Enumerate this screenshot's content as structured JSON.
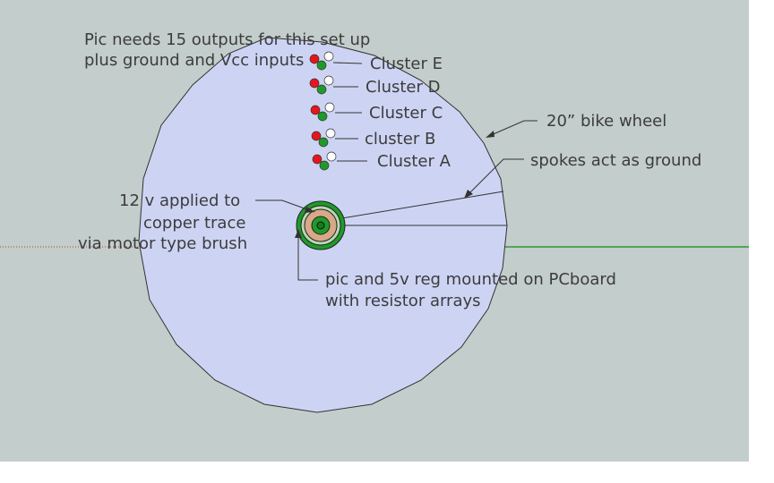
{
  "notes": {
    "pic_outputs_line1": "Pic needs 15 outputs for this set up",
    "pic_outputs_line2": "plus ground and Vcc inputs",
    "voltage_line1": "12 v applied to",
    "voltage_line2": "copper trace",
    "voltage_line3": "via motor type brush",
    "pcb_line1": "pic and 5v reg mounted on PCboard",
    "pcb_line2": "with resistor arrays",
    "wheel_label": "20” bike wheel",
    "spokes_label": "spokes act as ground"
  },
  "clusters": [
    {
      "label": "Cluster E"
    },
    {
      "label": "Cluster D"
    },
    {
      "label": "Cluster C"
    },
    {
      "label": "cluster B"
    },
    {
      "label": "Cluster A"
    }
  ],
  "colors": {
    "background": "#c3cdcb",
    "wheel_fill": "#cdd4f3",
    "hub_ring": "#1f9a2a",
    "hub_copper": "#d8a987",
    "led_red": "#e8141c",
    "led_green": "#1f9a2a",
    "axis_red": "#c0392b",
    "axis_green": "#2e9a2e",
    "text": "#3c3c3c"
  }
}
